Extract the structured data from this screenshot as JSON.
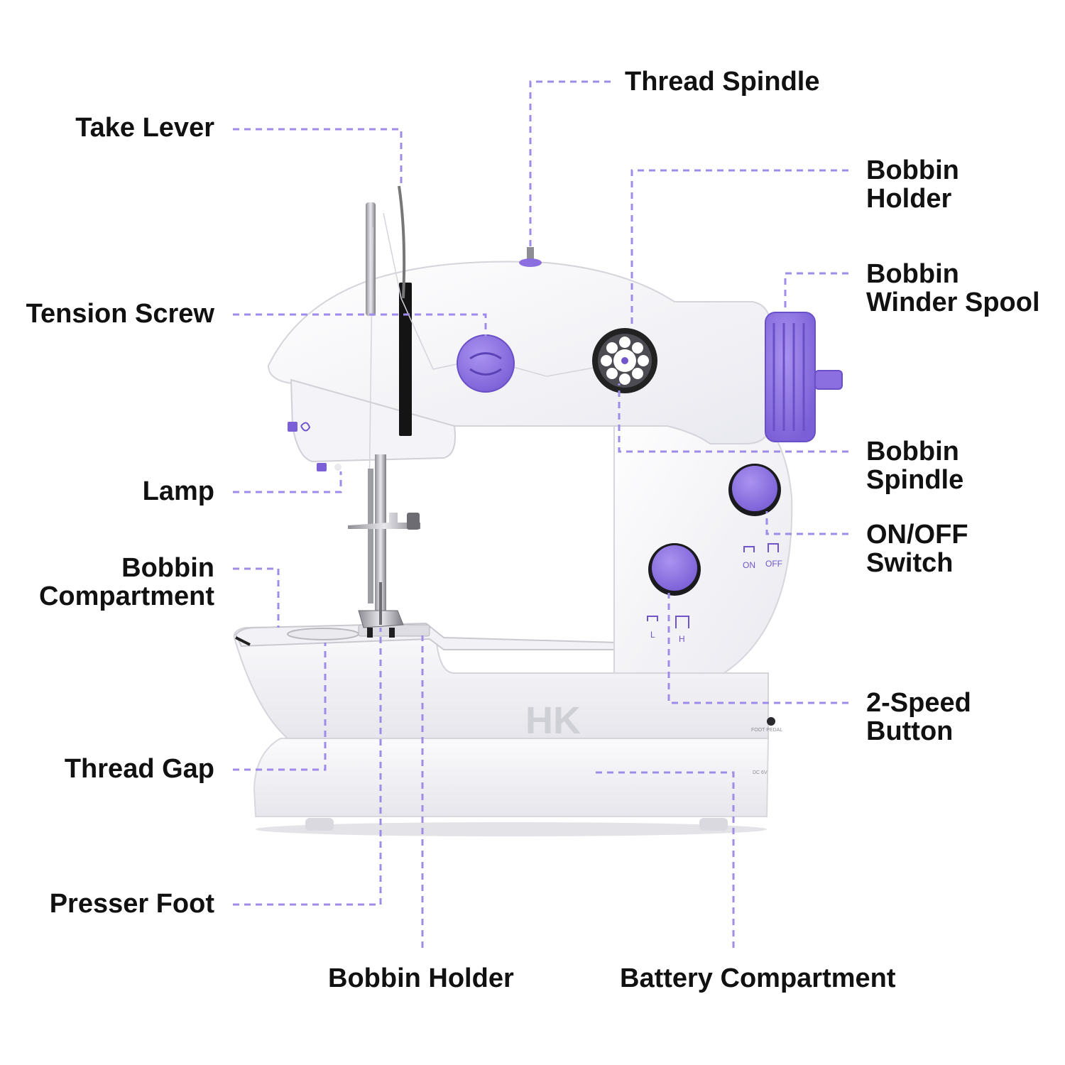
{
  "colors": {
    "leader": "#9f8ce8",
    "accent_purple": "#8b6fe0",
    "accent_purple_dark": "#6f55c9",
    "body_white": "#f7f7fb",
    "label_text": "#111111"
  },
  "machine": {
    "brand": "HK",
    "switch_on": "ON",
    "switch_off": "OFF",
    "speed_low": "L",
    "speed_high": "H",
    "side_text_1": "FOOT PEDAL",
    "side_text_2": "DC 6V"
  },
  "labels": {
    "take_lever": "Take Lever",
    "tension_screw": "Tension Screw",
    "lamp": "Lamp",
    "bobbin_compartment_1": "Bobbin",
    "bobbin_compartment_2": "Compartment",
    "thread_gap": "Thread Gap",
    "presser_foot": "Presser Foot",
    "bobbin_holder_bottom": "Bobbin Holder",
    "battery_compartment": "Battery Compartment",
    "thread_spindle": "Thread Spindle",
    "bobbin_holder_1": "Bobbin",
    "bobbin_holder_2": "Holder",
    "bobbin_winder_spool_1": "Bobbin",
    "bobbin_winder_spool_2": "Winder Spool",
    "bobbin_spindle_1": "Bobbin",
    "bobbin_spindle_2": "Spindle",
    "on_off_switch_1": "ON/OFF",
    "on_off_switch_2": "Switch",
    "two_speed_button_1": "2-Speed",
    "two_speed_button_2": "Button"
  }
}
